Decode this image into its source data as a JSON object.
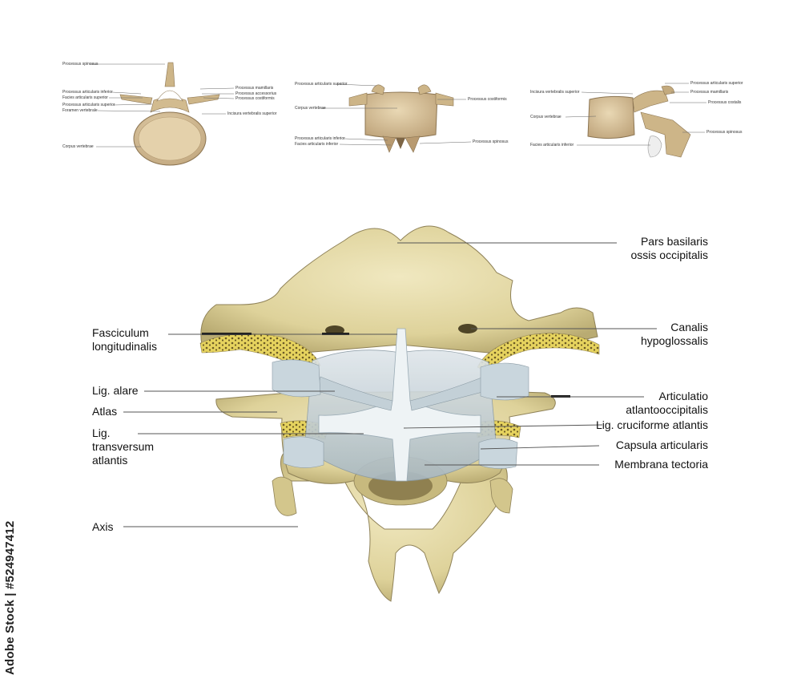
{
  "colors": {
    "bone": "#e6dba5",
    "bone_shade": "#bfb27a",
    "vertebra": "#d9c39a",
    "vertebra_shade": "#b89a70",
    "ligament": "#cfd9df",
    "marrow": "#e2cf5a",
    "leader": "#555555"
  },
  "small_views": {
    "superior_view": [
      "Processus spinosus",
      "Processus articularis inferior",
      "Facies articularis superior",
      "Processus articularis superior",
      "Foramen vertebrale",
      "Corpus vertebrae",
      "Processus mamillaris",
      "Processus accessorius",
      "Processus costiformis",
      "Incisura vertebralis superior"
    ],
    "anterior_view": [
      "Processus articularis superior",
      "Corpus vertebrae",
      "Processus articularis inferior",
      "Facies articularis inferior",
      "Processus costiformis",
      "Processus spinosus"
    ],
    "lateral_view": [
      "Incisura vertebralis superior",
      "Corpus vertebrae",
      "Facies articularis inferior",
      "Processus articularis superior",
      "Processus mamillaris",
      "Processus costalis",
      "Processus spinosus"
    ]
  },
  "main_labels": {
    "pars_basilaris": [
      "Pars basilaris",
      "ossis occipitalis"
    ],
    "canalis": [
      "Canalis",
      "hypoglossalis"
    ],
    "articulatio": [
      "Articulatio",
      "atlantooccipitalis"
    ],
    "cruciforme": "Lig. cruciforme atlantis",
    "capsula": "Capsula articularis",
    "membrana": "Membrana tectoria",
    "fasciculum": [
      "Fasciculum",
      "longitudinalis"
    ],
    "alare": "Lig. alare",
    "atlas": "Atlas",
    "transversum": [
      "Lig.",
      "transversum",
      "atlantis"
    ],
    "axis": "Axis"
  },
  "watermark": "Adobe Stock | #524947412"
}
